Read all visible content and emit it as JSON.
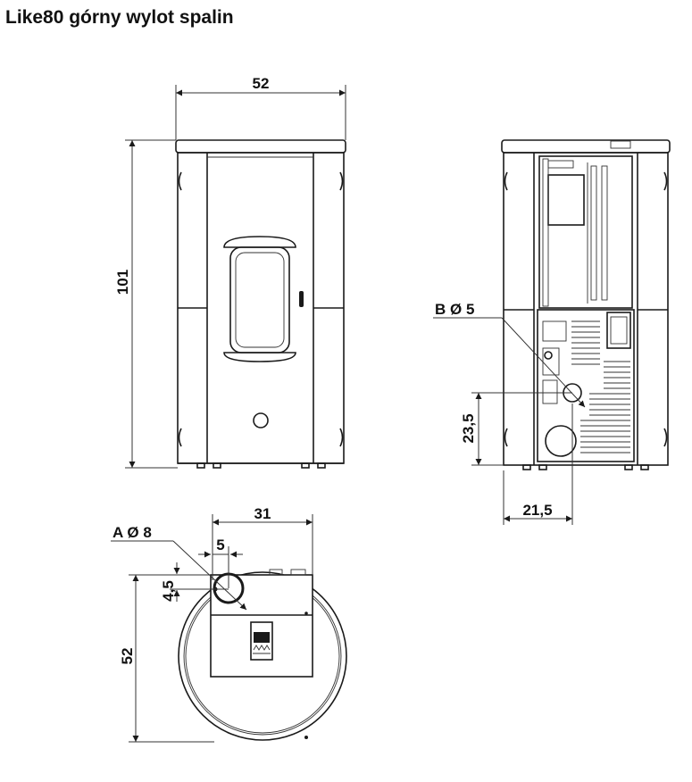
{
  "title": "Like80 górny wylot spalin",
  "dimensions": {
    "front_width": "52",
    "front_height": "101",
    "back_label_b": "B Ø 5",
    "back_height_b": "23,5",
    "back_offset_b": "21,5",
    "top_label_a": "A Ø 8",
    "top_offset_a": "31",
    "top_offset_a_small": "5",
    "top_offset_a_vertical": "4,5",
    "top_depth": "52"
  },
  "colors": {
    "line": "#1a1a1a",
    "background": "#ffffff"
  }
}
